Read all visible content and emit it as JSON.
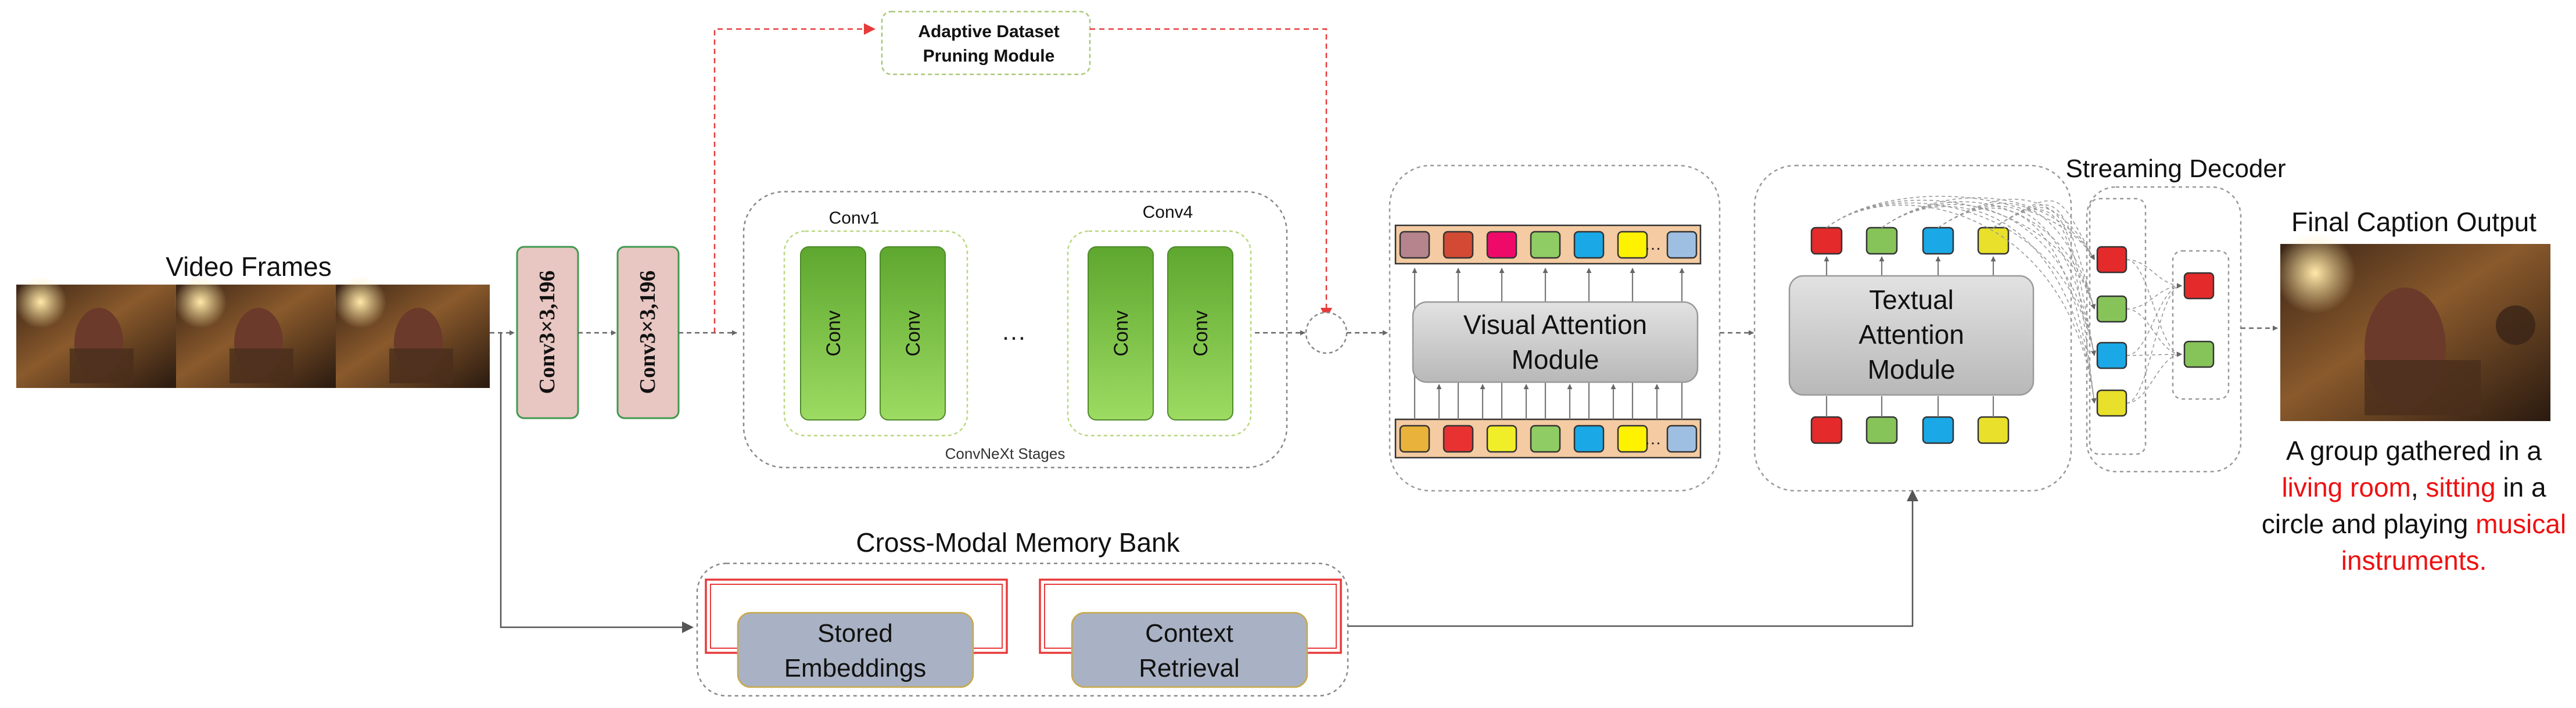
{
  "video_frames": {
    "label": "Video Frames"
  },
  "conv_blocks": [
    "Conv3×3,196",
    "Conv3×3,196"
  ],
  "pruning_module": {
    "line1": "Adaptive Dataset",
    "line2": "Pruning Module"
  },
  "convnext": {
    "stages_label": "ConvNeXt Stages",
    "stage1_label": "Conv1",
    "stage4_label": "Conv4",
    "block_label": "Conv",
    "ellipsis": "…"
  },
  "visual_attention": {
    "line1": "Visual Attention",
    "line2": "Module",
    "top_tokens": [
      "#b5848c",
      "#d24a33",
      "#ef0a6a",
      "#8fcd64",
      "#1aa9e6",
      "#fff200",
      "#9fbfe2"
    ],
    "bottom_tokens": [
      "#e9b23a",
      "#e83232",
      "#f0ee28",
      "#8fcd64",
      "#1aa9e6",
      "#fff200",
      "#9fbfe2"
    ],
    "token_ellipsis": "…"
  },
  "textual_attention": {
    "line1": "Textual",
    "line2": "Attention",
    "line3": "Module",
    "tokens": [
      "#e42a2a",
      "#86c45a",
      "#1aa9e6",
      "#e8e02a"
    ]
  },
  "streaming_decoder": {
    "label": "Streaming Decoder",
    "column1_tokens": [
      "#e42a2a",
      "#86c45a",
      "#1aa9e6",
      "#e8e02a"
    ],
    "column2_tokens": [
      "#e42a2a",
      "#86c45a"
    ]
  },
  "memory_bank": {
    "label": "Cross-Modal Memory Bank",
    "stored_line1": "Stored",
    "stored_line2": "Embeddings",
    "context_line1": "Context",
    "context_line2": "Retrieval"
  },
  "final_caption": {
    "label": "Final Caption Output",
    "line1": [
      {
        "text": "A group gathered in a",
        "highlight": false
      }
    ],
    "line2": [
      {
        "text": "living room",
        "highlight": true
      },
      {
        "text": ", ",
        "highlight": false
      },
      {
        "text": "sitting",
        "highlight": true
      },
      {
        "text": " in a",
        "highlight": false
      }
    ],
    "line3": [
      {
        "text": "circle and playing ",
        "highlight": false
      },
      {
        "text": "musical",
        "highlight": true
      }
    ],
    "line4": [
      {
        "text": "instruments.",
        "highlight": true
      }
    ]
  },
  "colors": {
    "highlight": "#ee1111",
    "text": "#111111",
    "conv_block_fill": "#e8c6c2",
    "conv_block_stroke": "#3f9a4e",
    "convnext_green": "#7cc444",
    "module_gray": "#c8c8c8",
    "memory_box": "#a9b2c4",
    "memory_frame": "#e83a3a",
    "pruning_arrow": "#e83a3a"
  }
}
